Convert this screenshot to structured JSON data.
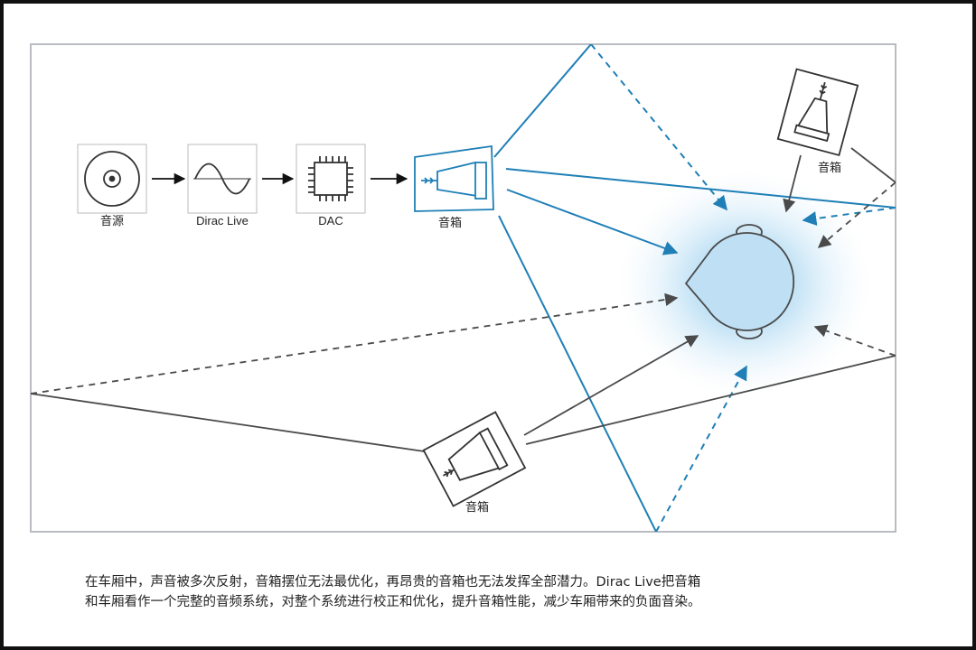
{
  "diagram": {
    "chain": [
      {
        "id": "source",
        "label": "音源",
        "icon": "disc-icon"
      },
      {
        "id": "dirac",
        "label": "Dirac Live",
        "icon": "sine-wave-icon"
      },
      {
        "id": "dac",
        "label": "DAC",
        "icon": "chip-icon"
      },
      {
        "id": "speaker",
        "label": "音箱",
        "icon": "speaker-icon"
      }
    ],
    "speakers": {
      "top_right_label": "音箱",
      "bottom_label": "音箱"
    },
    "listener": {
      "icon": "listener-head-icon"
    }
  },
  "caption": {
    "line1": "在车厢中，声音被多次反射，音箱摆位无法最优化，再昂贵的音箱也无法发挥全部潜力。Dirac Live把音箱",
    "line2": "和车厢看作一个完整的音频系统，对整个系统进行校正和优化，提升音箱性能，减少车厢带来的负面音染。"
  },
  "colors": {
    "blue": "#1f7fb6",
    "gray": "#4a4a4a",
    "border": "#b9bcc2",
    "glow": "#7fc3ea"
  }
}
